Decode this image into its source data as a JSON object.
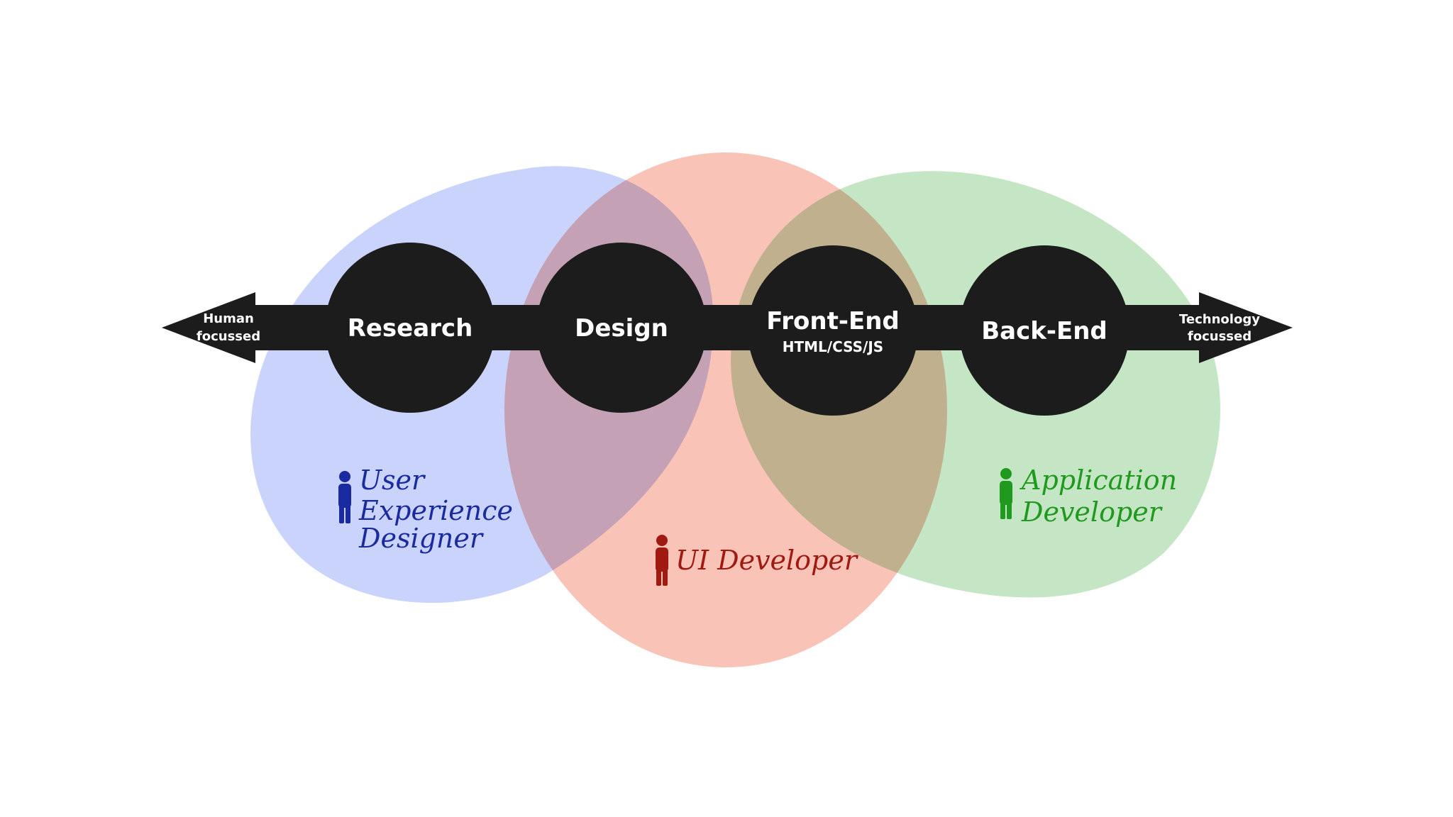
{
  "arrow": {
    "left_label_line1": "Human",
    "left_label_line2": "focussed",
    "right_label_line1": "Technology",
    "right_label_line2": "focussed"
  },
  "nodes": [
    {
      "label": "Research",
      "sublabel": ""
    },
    {
      "label": "Design",
      "sublabel": ""
    },
    {
      "label": "Front-End",
      "sublabel": "HTML/CSS/JS"
    },
    {
      "label": "Back-End",
      "sublabel": ""
    }
  ],
  "roles": {
    "ux": {
      "line1": "User",
      "line2": "Experience",
      "line3": "Designer",
      "color": "#1a2aa0",
      "area_color": "#c9d3fb"
    },
    "ui": {
      "line1": "UI Developer",
      "color": "#a01a12",
      "area_color": "#f9c3b8"
    },
    "app": {
      "line1": "Application",
      "line2": "Developer",
      "color": "#1f9a1f",
      "area_color": "#c5e6c4"
    }
  },
  "colors": {
    "arrow": "#1c1c1c",
    "node": "#1c1c1c"
  }
}
